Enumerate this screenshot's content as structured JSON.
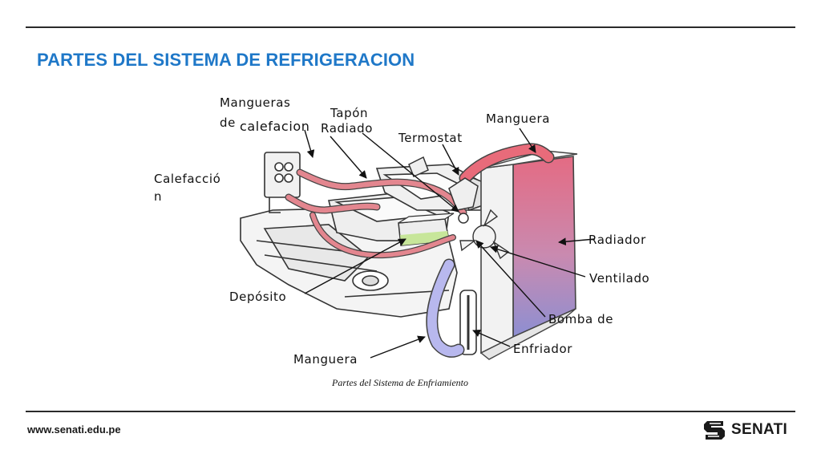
{
  "slide": {
    "title": "PARTES DEL SISTEMA DE REFRIGERACION",
    "footer_url": "www.senati.edu.pe",
    "brand": "SENATI",
    "title_color": "#1f78c8"
  },
  "diagram": {
    "caption": "Partes del Sistema de Enfriamiento",
    "labels": {
      "mangueras_line1": "Mangueras",
      "mangueras_line2": "de",
      "calefacion": "calefacion",
      "tapon_line1": "Tapón",
      "tapon_line2": "Radiado",
      "termostat": "Termostat",
      "manguera_top": "Manguera",
      "calefaccion_line1": "Calefacció",
      "calefaccion_line2": "n",
      "radiador": "Radiador",
      "ventilado": "Ventilado",
      "deposito": "Depósito",
      "bomba": "Bomba de",
      "enfriador": "Enfriador",
      "manguera_bottom": "Manguera"
    }
  }
}
